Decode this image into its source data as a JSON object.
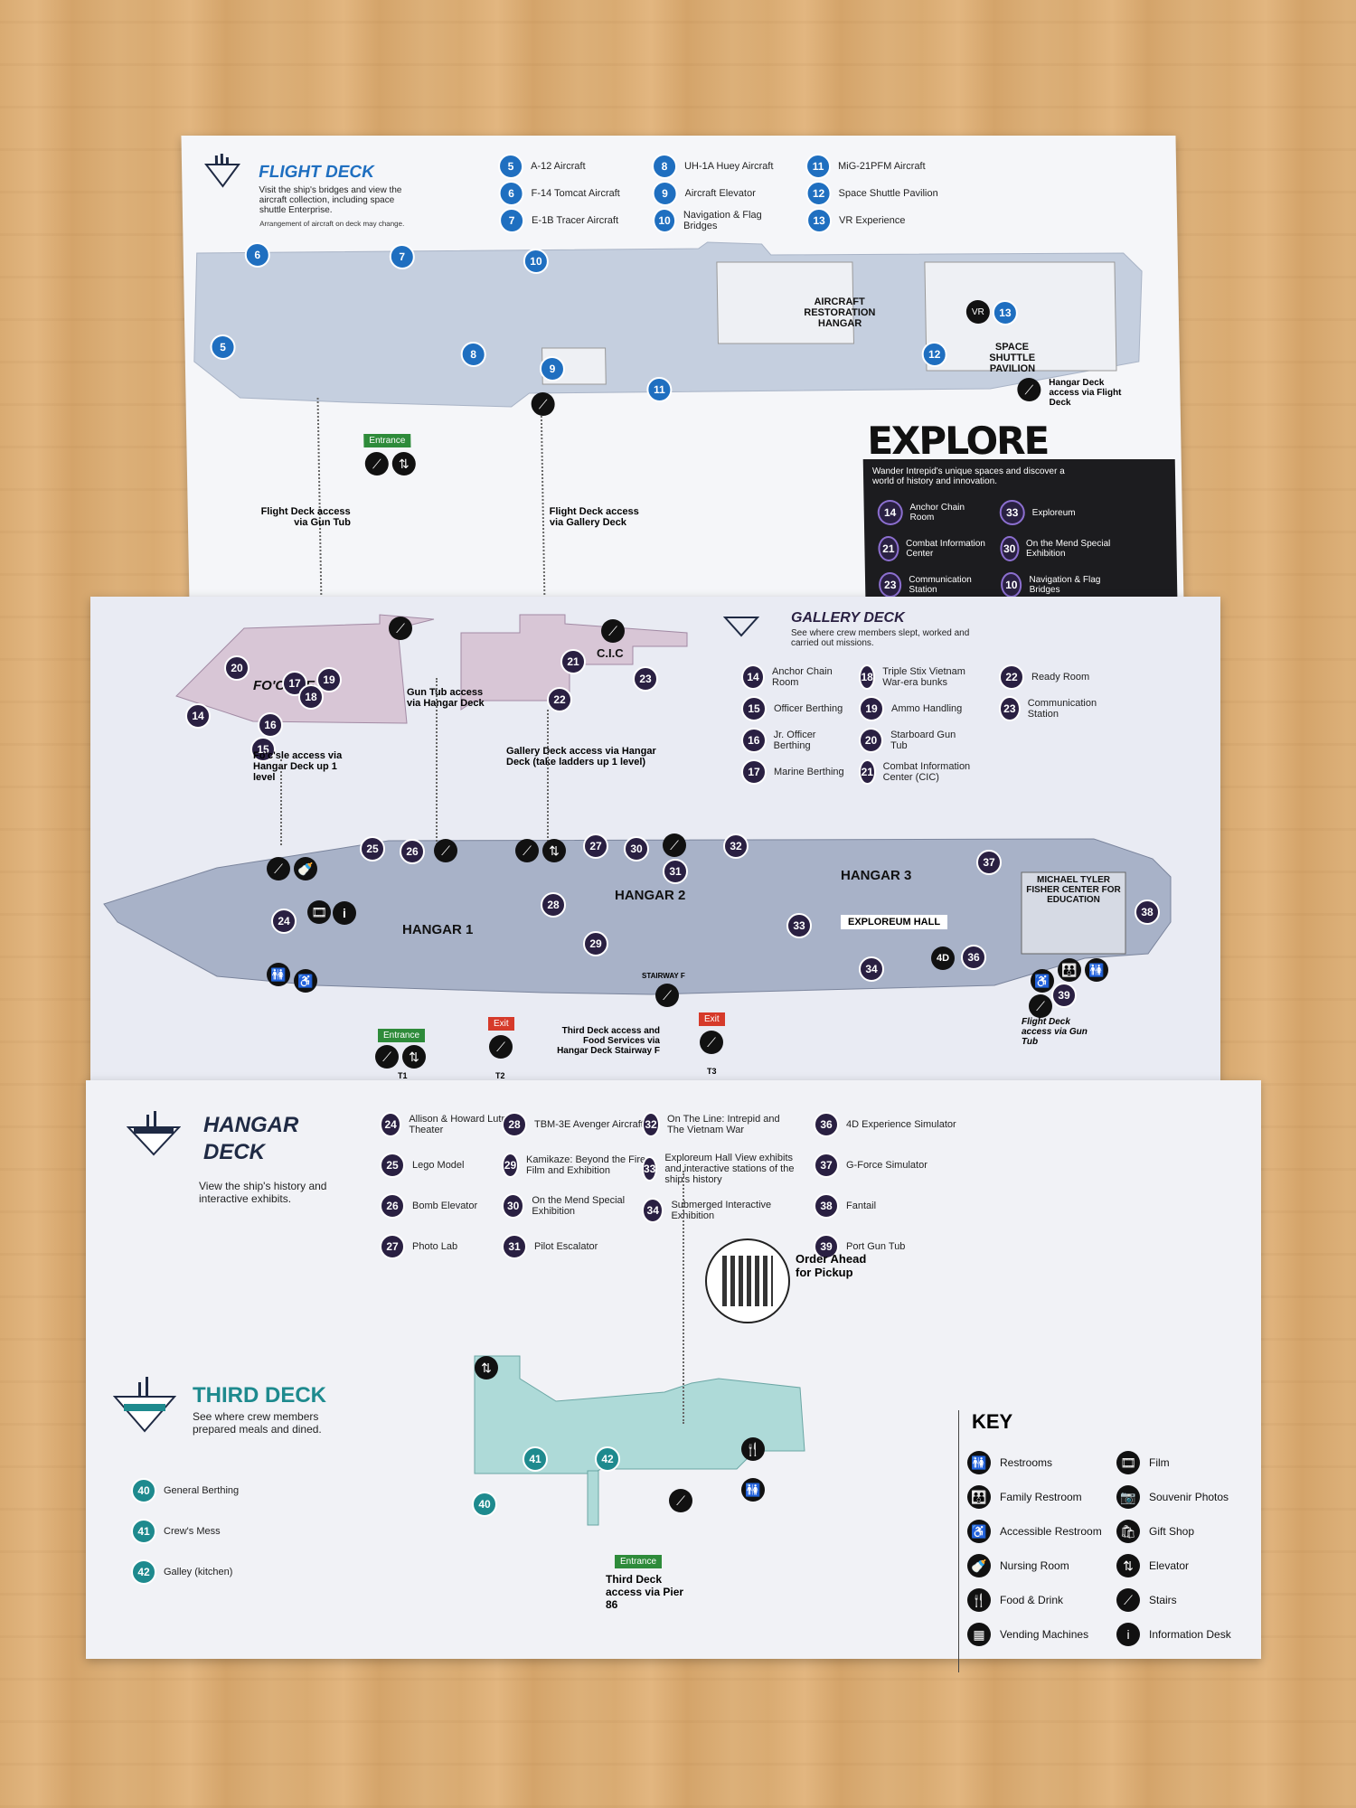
{
  "flight_deck": {
    "title": "FLIGHT DECK",
    "desc": "Visit the ship's bridges and view the aircraft collection, including space shuttle Enterprise.",
    "note": "Arrangement of aircraft on deck may change.",
    "legend": [
      {
        "n": "5",
        "label": "A-12 Aircraft"
      },
      {
        "n": "6",
        "label": "F-14 Tomcat Aircraft"
      },
      {
        "n": "7",
        "label": "E-1B Tracer Aircraft"
      },
      {
        "n": "8",
        "label": "UH-1A Huey Aircraft"
      },
      {
        "n": "9",
        "label": "Aircraft Elevator"
      },
      {
        "n": "10",
        "label": "Navigation & Flag Bridges"
      },
      {
        "n": "11",
        "label": "MiG-21PFM Aircraft"
      },
      {
        "n": "12",
        "label": "Space Shuttle Pavilion"
      },
      {
        "n": "13",
        "label": "VR Experience"
      }
    ],
    "restoration": "AIRCRAFT RESTORATION HANGAR",
    "shuttle": "SPACE SHUTTLE PAVILION",
    "vr": "VR",
    "hangar_access": "Hangar Deck access via Flight Deck",
    "entrance": "Entrance",
    "access_gun_tub": "Flight Deck access via Gun Tub",
    "access_gallery": "Flight Deck access via Gallery Deck"
  },
  "explore": {
    "title": "EXPLORE",
    "desc": "Wander Intrepid's unique spaces and discover a world of history and innovation.",
    "items": [
      {
        "n": "14",
        "label": "Anchor Chain Room"
      },
      {
        "n": "21",
        "label": "Combat Information Center"
      },
      {
        "n": "23",
        "label": "Communication Station"
      },
      {
        "n": "33",
        "label": "Exploreum"
      },
      {
        "n": "30",
        "label": "On the Mend Special Exhibition"
      },
      {
        "n": "10",
        "label": "Navigation & Flag Bridges"
      }
    ]
  },
  "gallery_deck": {
    "title": "GALLERY DECK",
    "desc": "See where crew members slept, worked and carried out missions.",
    "focsle": "FO'C'SLE",
    "cic": "C.I.C",
    "legend": [
      {
        "n": "14",
        "label": "Anchor Chain Room"
      },
      {
        "n": "15",
        "label": "Officer Berthing"
      },
      {
        "n": "16",
        "label": "Jr. Officer Berthing"
      },
      {
        "n": "17",
        "label": "Marine Berthing"
      },
      {
        "n": "18",
        "label": "Triple Stix Vietnam War-era bunks"
      },
      {
        "n": "19",
        "label": "Ammo Handling"
      },
      {
        "n": "20",
        "label": "Starboard Gun Tub"
      },
      {
        "n": "21",
        "label": "Combat Information Center (CIC)"
      },
      {
        "n": "22",
        "label": "Ready Room"
      },
      {
        "n": "23",
        "label": "Communication Station"
      }
    ],
    "access_focsle": "Fo'c'sle access via Hangar Deck up 1 level",
    "access_guntub": "Gun Tub access via Hangar Deck",
    "access_gallery": "Gallery Deck access via Hangar Deck (take ladders up 1 level)"
  },
  "hangar_deck": {
    "title": "HANGAR DECK",
    "desc": "View the ship's history and interactive exhibits.",
    "hangar1": "HANGAR 1",
    "hangar2": "HANGAR 2",
    "hangar3": "HANGAR 3",
    "exploreum": "EXPLOREUM HALL",
    "michael": "MICHAEL TYLER FISHER CENTER FOR EDUCATION",
    "stairway": "STAIRWAY F",
    "fourd": "4D",
    "entrance": "Entrance",
    "exit": "Exit",
    "t1": "T1",
    "t2": "T2",
    "t3": "T3",
    "third_access": "Third Deck access and Food Services via Hangar Deck Stairway F",
    "flight_access": "Flight Deck access via Gun Tub",
    "legend": [
      {
        "n": "24",
        "label": "Allison & Howard Lutnick Theater"
      },
      {
        "n": "25",
        "label": "Lego Model"
      },
      {
        "n": "26",
        "label": "Bomb Elevator"
      },
      {
        "n": "27",
        "label": "Photo Lab"
      },
      {
        "n": "28",
        "label": "TBM-3E Avenger Aircraft"
      },
      {
        "n": "29",
        "label": "Kamikaze: Beyond the Fire Film and Exhibition"
      },
      {
        "n": "30",
        "label": "On the Mend Special Exhibition"
      },
      {
        "n": "31",
        "label": "Pilot Escalator"
      },
      {
        "n": "32",
        "label": "On The Line: Intrepid and The Vietnam War"
      },
      {
        "n": "33",
        "label": "Exploreum Hall View exhibits and interactive stations of the ship's history"
      },
      {
        "n": "34",
        "label": "Submerged Interactive Exhibition"
      },
      {
        "n": "36",
        "label": "4D Experience Simulator"
      },
      {
        "n": "37",
        "label": "G-Force Simulator"
      },
      {
        "n": "38",
        "label": "Fantail"
      },
      {
        "n": "39",
        "label": "Port Gun Tub"
      }
    ]
  },
  "third_deck": {
    "title": "THIRD DECK",
    "desc": "See where crew members prepared meals and dined.",
    "order": "Order Ahead for Pickup",
    "entrance": "Entrance",
    "access": "Third Deck access via Pier 86",
    "legend": [
      {
        "n": "40",
        "label": "General Berthing"
      },
      {
        "n": "41",
        "label": "Crew's Mess"
      },
      {
        "n": "42",
        "label": "Galley (kitchen)"
      }
    ]
  },
  "key": {
    "title": "KEY",
    "items": [
      {
        "icon": "restroom-icon",
        "glyph": "🚻",
        "label": "Restrooms"
      },
      {
        "icon": "family-restroom-icon",
        "glyph": "👪",
        "label": "Family Restroom"
      },
      {
        "icon": "accessible-icon",
        "glyph": "♿",
        "label": "Accessible Restroom"
      },
      {
        "icon": "nursing-icon",
        "glyph": "🍼",
        "label": "Nursing Room"
      },
      {
        "icon": "food-icon",
        "glyph": "🍴",
        "label": "Food & Drink"
      },
      {
        "icon": "vending-icon",
        "glyph": "▦",
        "label": "Vending Machines"
      },
      {
        "icon": "film-icon",
        "glyph": "🎞",
        "label": "Film"
      },
      {
        "icon": "camera-icon",
        "glyph": "📷",
        "label": "Souvenir Photos"
      },
      {
        "icon": "gift-icon",
        "glyph": "🛍",
        "label": "Gift Shop"
      },
      {
        "icon": "elevator-icon",
        "glyph": "⇅",
        "label": "Elevator"
      },
      {
        "icon": "stairs-icon",
        "glyph": "⟋",
        "label": "Stairs"
      },
      {
        "icon": "info-icon",
        "glyph": "i",
        "label": "Information Desk"
      }
    ]
  }
}
